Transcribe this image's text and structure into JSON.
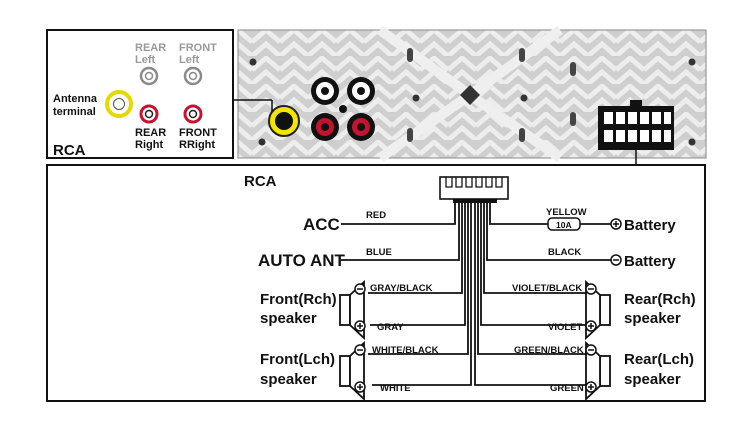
{
  "rca_panel": {
    "title": "RCA",
    "antenna_label_1": "Antenna",
    "antenna_label_2": "terminal",
    "rear_left_1": "REAR",
    "rear_left_2": "Left",
    "front_left_1": "FRONT",
    "front_left_2": "Left",
    "rear_right_1": "REAR",
    "rear_right_2": "Right",
    "front_right_1": "FRONT",
    "front_right_2": "RRight"
  },
  "wiring": {
    "title": "RCA",
    "acc": "ACC",
    "acc_wire": "RED",
    "auto_ant": "AUTO ANT",
    "auto_ant_wire": "BLUE",
    "front_r_1": "Front(Rch)",
    "front_r_2": "speaker",
    "front_r_neg": "GRAY/BLACK",
    "front_r_pos": "GRAY",
    "front_l_1": "Front(Lch)",
    "front_l_2": "speaker",
    "front_l_neg": "WHITE/BLACK",
    "front_l_pos": "WHITE",
    "battery_1": "Battery",
    "battery_1_wire": "YELLOW",
    "fuse": "10A",
    "battery_2": "Battery",
    "battery_2_wire": "BLACK",
    "rear_r_1": "Rear(Rch)",
    "rear_r_2": "speaker",
    "rear_r_neg": "VIOLET/BLACK",
    "rear_r_pos": "VIOLET",
    "rear_l_1": "Rear(Lch)",
    "rear_l_2": "speaker",
    "rear_l_neg": "GREEN/BLACK",
    "rear_l_pos": "GREEN"
  },
  "colors": {
    "antenna_jack": "#f2e600",
    "red_jack": "#c4122f",
    "panel_gray": "#cfcfcf"
  }
}
